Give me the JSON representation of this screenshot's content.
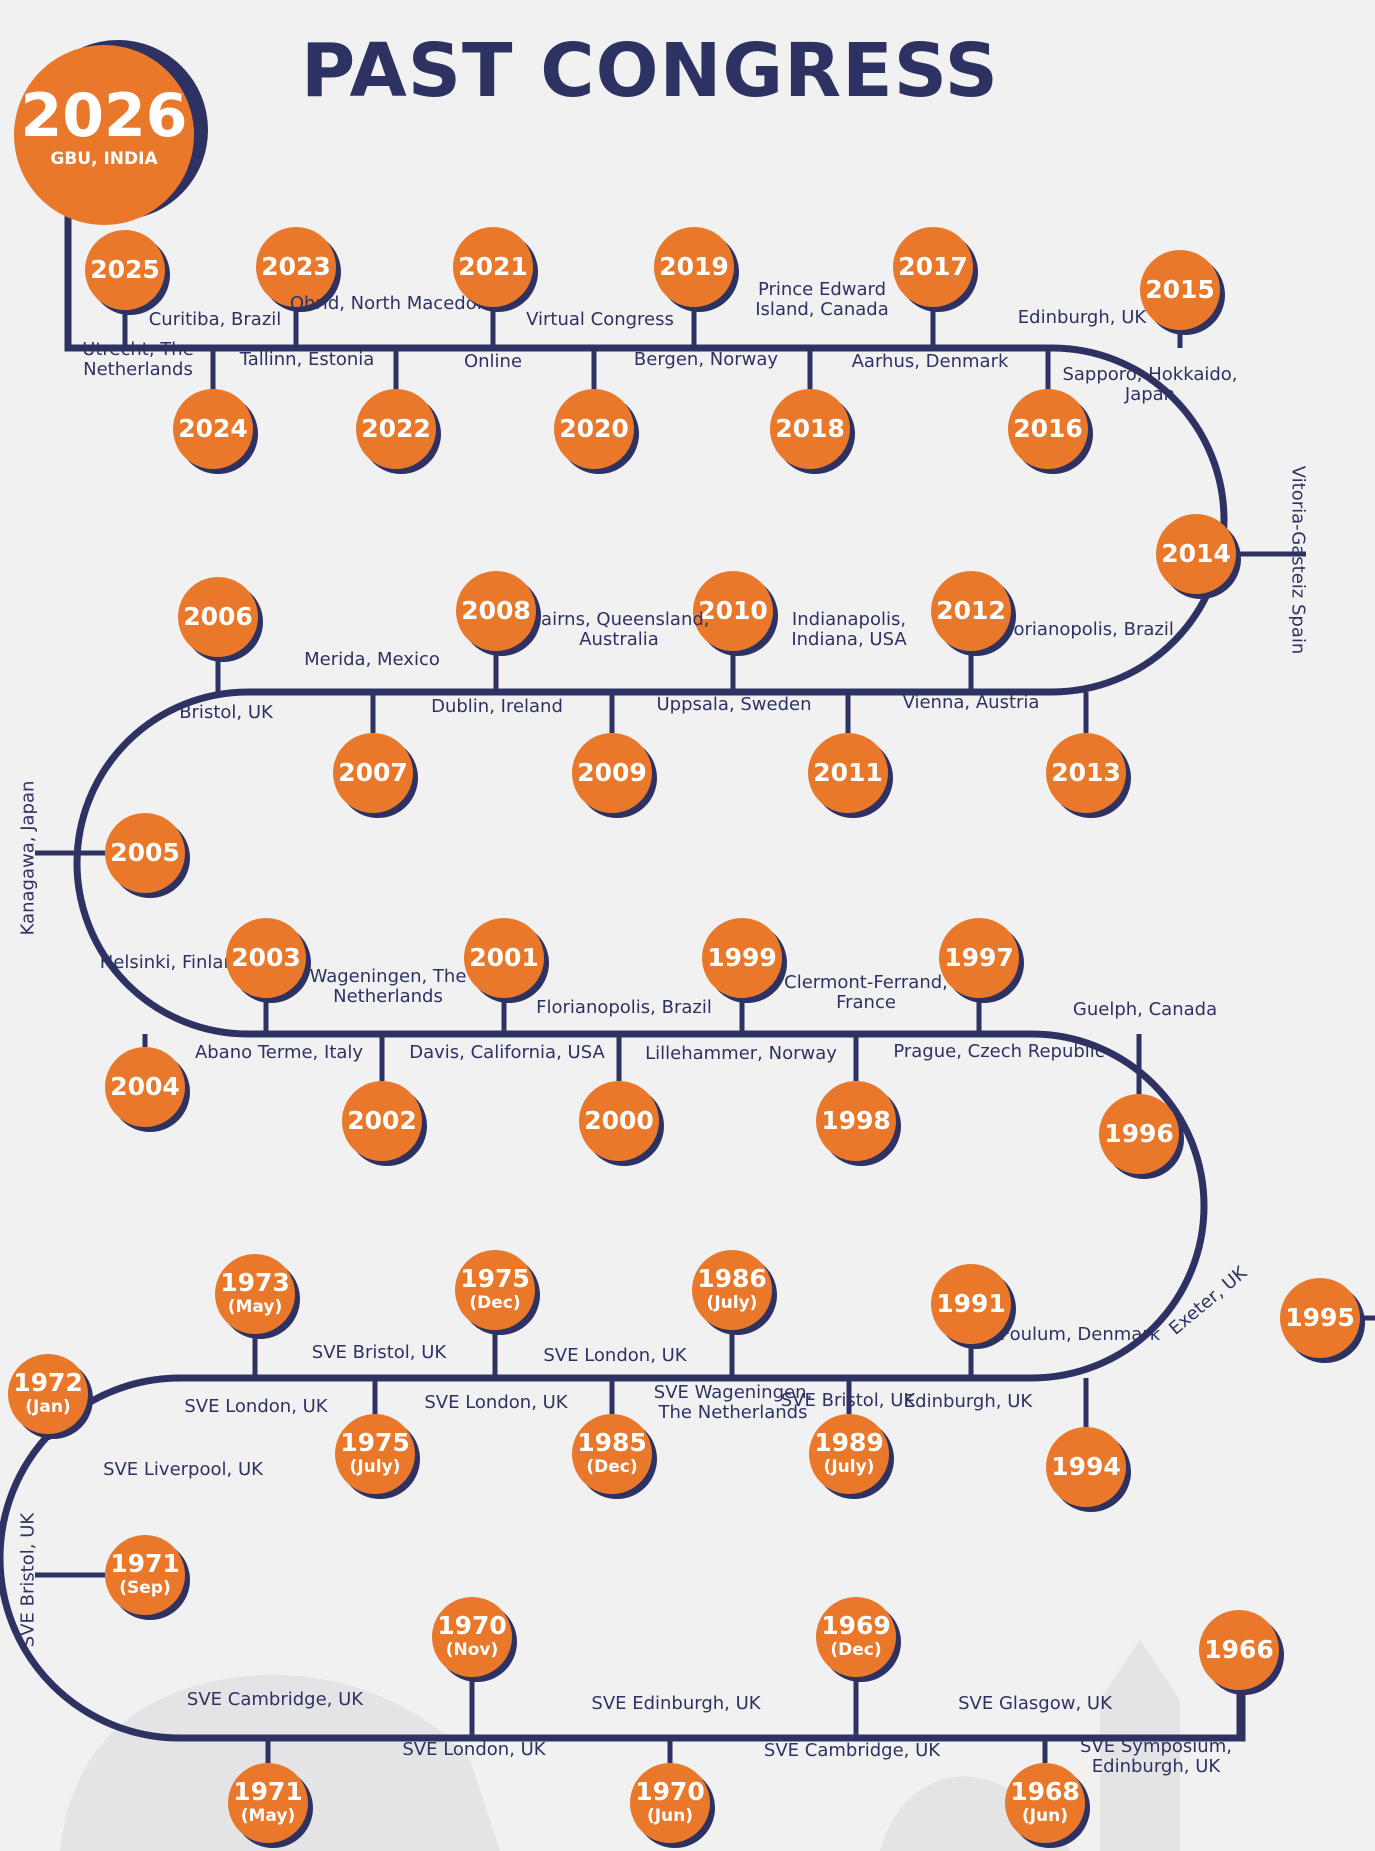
{
  "title": "PAST CONGRESS",
  "hero": {
    "year": "2026",
    "place": "GBU, INDIA"
  },
  "colors": {
    "accent": "#e9782a",
    "line": "#2e3262",
    "background": "#f1f1f2"
  },
  "events": [
    {
      "year": "2025",
      "place": "Curitiba, Brazil"
    },
    {
      "year": "2024",
      "place": "Utrecht, The Netherlands"
    },
    {
      "year": "2023",
      "place": "Ohrid, North Macedonia"
    },
    {
      "year": "2022",
      "place": "Tallinn, Estonia"
    },
    {
      "year": "2021",
      "place": "Virtual Congress"
    },
    {
      "year": "2020",
      "place": "Online"
    },
    {
      "year": "2019",
      "place": "Bergen, Norway"
    },
    {
      "year": "2018",
      "place": "Prince Edward Island, Canada"
    },
    {
      "year": "2017",
      "place": "Aarhus, Denmark"
    },
    {
      "year": "2016",
      "place": "Edinburgh, UK"
    },
    {
      "year": "2015",
      "place": "Sapporo, Hokkaido, Japan"
    },
    {
      "year": "2014",
      "place": "Vitoria-Gasteiz Spain"
    },
    {
      "year": "2013",
      "place": "Florianopolis, Brazil"
    },
    {
      "year": "2012",
      "place": "Vienna, Austria"
    },
    {
      "year": "2011",
      "place": "Indianapolis, Indiana, USA"
    },
    {
      "year": "2010",
      "place": "Uppsala, Sweden"
    },
    {
      "year": "2009",
      "place": "Cairns, Queensland, Australia"
    },
    {
      "year": "2008",
      "place": "Dublin, Ireland"
    },
    {
      "year": "2007",
      "place": "Merida, Mexico"
    },
    {
      "year": "2006",
      "place": "Bristol, UK"
    },
    {
      "year": "2005",
      "place": "Kanagawa, Japan"
    },
    {
      "year": "2004",
      "place": "Helsinki, Finland"
    },
    {
      "year": "2003",
      "place": "Abano Terme, Italy"
    },
    {
      "year": "2002",
      "place": "Wageningen, The Netherlands"
    },
    {
      "year": "2001",
      "place": "Davis, California, USA"
    },
    {
      "year": "2000",
      "place": "Florianopolis, Brazil"
    },
    {
      "year": "1999",
      "place": "Lillehammer, Norway"
    },
    {
      "year": "1998",
      "place": "Clermont-Ferrand, France"
    },
    {
      "year": "1997",
      "place": "Prague, Czech Republic"
    },
    {
      "year": "1996",
      "place": "Guelph, Canada"
    },
    {
      "year": "1995",
      "place": "Exeter, UK"
    },
    {
      "year": "1994",
      "place": "Foulum, Denmark"
    },
    {
      "year": "1991",
      "place": "Edinburgh, UK"
    },
    {
      "year": "1989",
      "month": "(July)",
      "place": "SVE Bristol, UK"
    },
    {
      "year": "1986",
      "month": "(July)",
      "place": "SVE Wageningen, The Netherlands"
    },
    {
      "year": "1985",
      "month": "(Dec)",
      "place": "SVE London, UK"
    },
    {
      "year": "1975",
      "month": "(Dec)",
      "place": "SVE London, UK"
    },
    {
      "year": "1975",
      "month": "(July)",
      "place": "SVE Bristol, UK"
    },
    {
      "year": "1973",
      "month": "(May)",
      "place": "SVE London, UK"
    },
    {
      "year": "1972",
      "month": "(Jan)",
      "place": "SVE Liverpool, UK"
    },
    {
      "year": "1971",
      "month": "(Sep)",
      "place": "SVE Bristol, UK"
    },
    {
      "year": "1971",
      "month": "(May)",
      "place": "SVE Cambridge, UK"
    },
    {
      "year": "1970",
      "month": "(Nov)",
      "place": "SVE London, UK"
    },
    {
      "year": "1970",
      "month": "(Jun)",
      "place": "SVE Edinburgh, UK"
    },
    {
      "year": "1969",
      "month": "(Dec)",
      "place": "SVE Cambridge, UK"
    },
    {
      "year": "1968",
      "month": "(Jun)",
      "place": "SVE Glasgow, UK"
    },
    {
      "year": "1966",
      "place": "SVE Symposium, Edinburgh, UK"
    }
  ]
}
